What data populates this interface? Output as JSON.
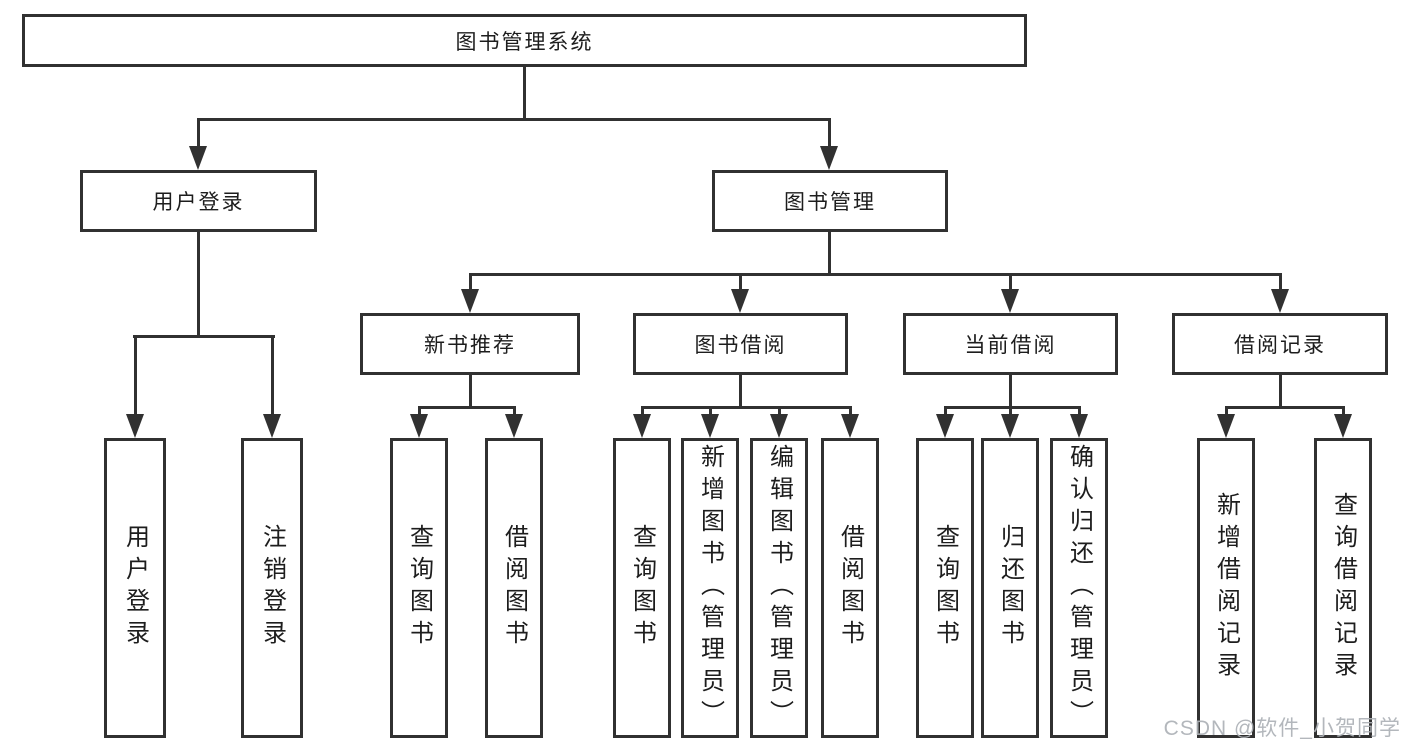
{
  "diagram_title": "图书管理系统",
  "nodes": {
    "root": {
      "label": "图书管理系统"
    },
    "user_login": {
      "label": "用户登录"
    },
    "book_mgmt": {
      "label": "图书管理"
    },
    "new_books": {
      "label": "新书推荐"
    },
    "book_borrow": {
      "label": "图书借阅"
    },
    "current_borrow": {
      "label": "当前借阅"
    },
    "borrow_records": {
      "label": "借阅记录"
    }
  },
  "leaves": [
    {
      "parent": "用户登录",
      "label": "用户登录"
    },
    {
      "parent": "用户登录",
      "label": "注销登录"
    },
    {
      "parent": "新书推荐",
      "label": "查询图书"
    },
    {
      "parent": "新书推荐",
      "label": "借阅图书"
    },
    {
      "parent": "图书借阅",
      "label": "查询图书"
    },
    {
      "parent": "图书借阅",
      "label": "新增图书（管理员）"
    },
    {
      "parent": "图书借阅",
      "label": "编辑图书（管理员）"
    },
    {
      "parent": "图书借阅",
      "label": "借阅图书"
    },
    {
      "parent": "当前借阅",
      "label": "查询图书"
    },
    {
      "parent": "当前借阅",
      "label": "归还图书"
    },
    {
      "parent": "当前借阅",
      "label": "确认归还（管理员）"
    },
    {
      "parent": "借阅记录",
      "label": "新增借阅记录"
    },
    {
      "parent": "借阅记录",
      "label": "查询借阅记录"
    }
  ],
  "watermark": {
    "text": "CSDN @软件_小贺同学"
  },
  "colors": {
    "line": "#313131",
    "text": "#1d1d1d",
    "background": "#ffffff",
    "watermark": "#adb1b6"
  }
}
